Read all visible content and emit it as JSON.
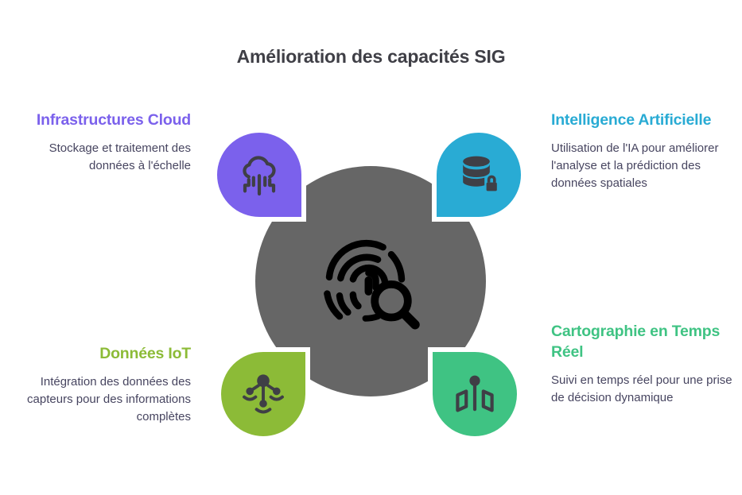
{
  "page": {
    "title": "Amélioration des capacités SIG",
    "background_color": "#ffffff",
    "title_color": "#3f3f46",
    "body_text_color": "#474560",
    "hub_color": "#666666",
    "hub_icon_color": "#000000",
    "petal_icon_color": "#3f3f46"
  },
  "center": {
    "icon": "fingerprint-search-icon"
  },
  "items": [
    {
      "id": "cloud",
      "heading": "Infrastructures Cloud",
      "description": "Stockage et traitement des données à l'échelle",
      "color": "#7b61ec",
      "icon": "cloud-circuit-icon",
      "position": "top-left"
    },
    {
      "id": "ai",
      "heading": "Intelligence Artificielle",
      "description": "Utilisation de l'IA pour améliorer l'analyse et la prédiction des données spatiales",
      "color": "#29abd4",
      "icon": "database-lock-icon",
      "position": "top-right"
    },
    {
      "id": "iot",
      "heading": "Données IoT",
      "description": "Intégration des données des capteurs pour des informations complètes",
      "color": "#8cbb37",
      "icon": "iot-sensor-network-icon",
      "position": "bottom-left"
    },
    {
      "id": "map",
      "heading": "Cartographie en Temps Réel",
      "description": "Suivi en temps réel pour une prise de décision dynamique",
      "color": "#3fc383",
      "icon": "map-pin-icon",
      "position": "bottom-right"
    }
  ]
}
